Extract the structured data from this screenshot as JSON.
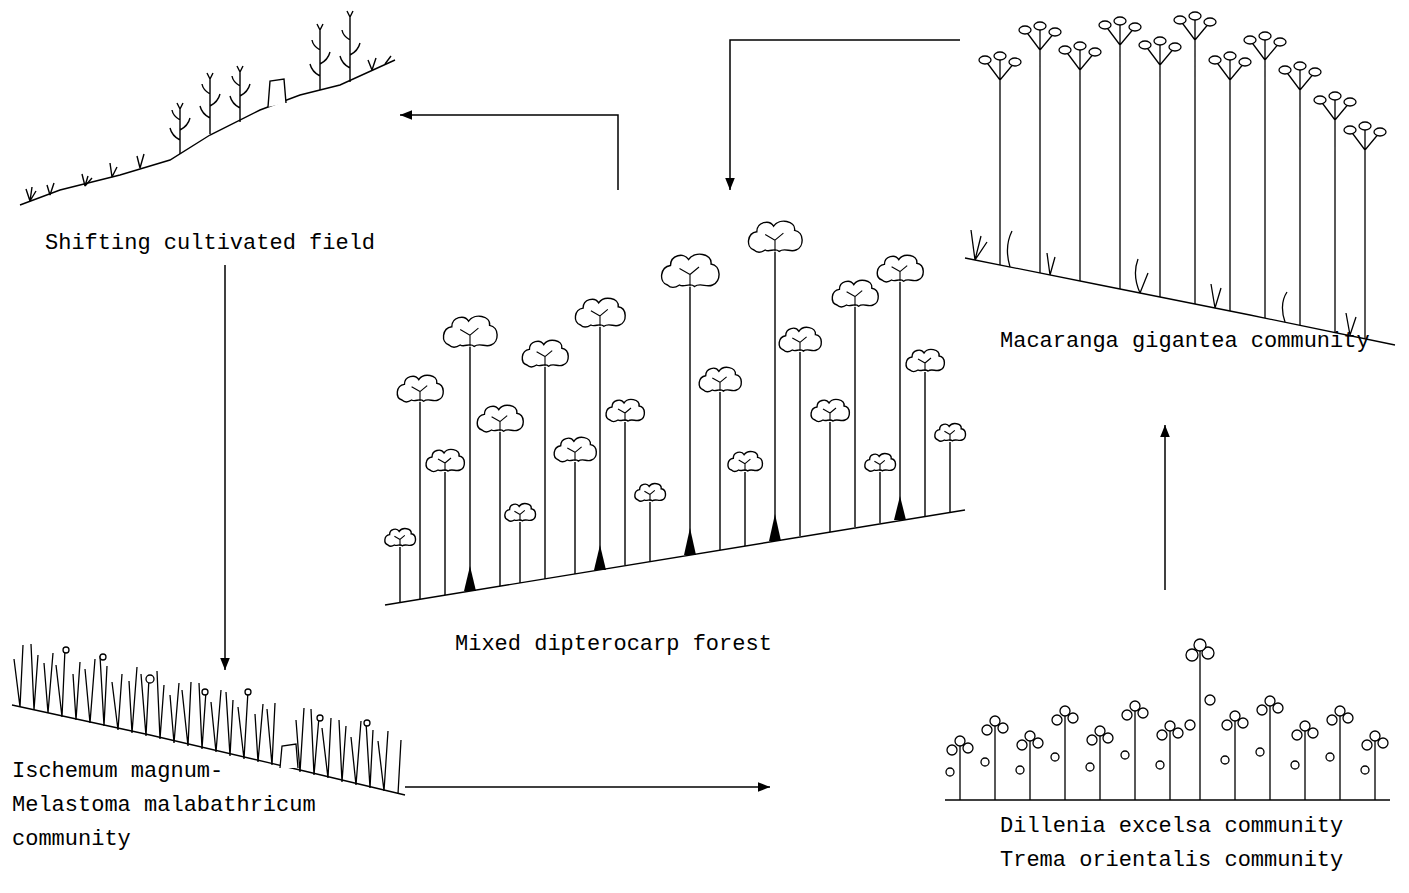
{
  "diagram": {
    "nodes": [
      {
        "text": [
          "Mixed dipterocarp forest"
        ]
      },
      {
        "text": [
          "Shifting cultivated field"
        ]
      },
      {
        "text": [
          "Ischemum magnum- Melastoma malabathricum community"
        ]
      },
      {
        "text": [
          "Dillenia excelsa community",
          "Trema orientalis community"
        ]
      },
      {
        "text": [
          "Macaranga gigantea community"
        ]
      }
    ],
    "edges": [
      {
        "from": 0,
        "to": 1,
        "arrow": "to"
      },
      {
        "from": 1,
        "to": 2,
        "arrow": "to"
      },
      {
        "from": 2,
        "to": 3,
        "arrow": "to"
      },
      {
        "from": 3,
        "to": 4,
        "arrow": "to"
      },
      {
        "from": 4,
        "to": 0,
        "arrow": "to"
      }
    ]
  }
}
